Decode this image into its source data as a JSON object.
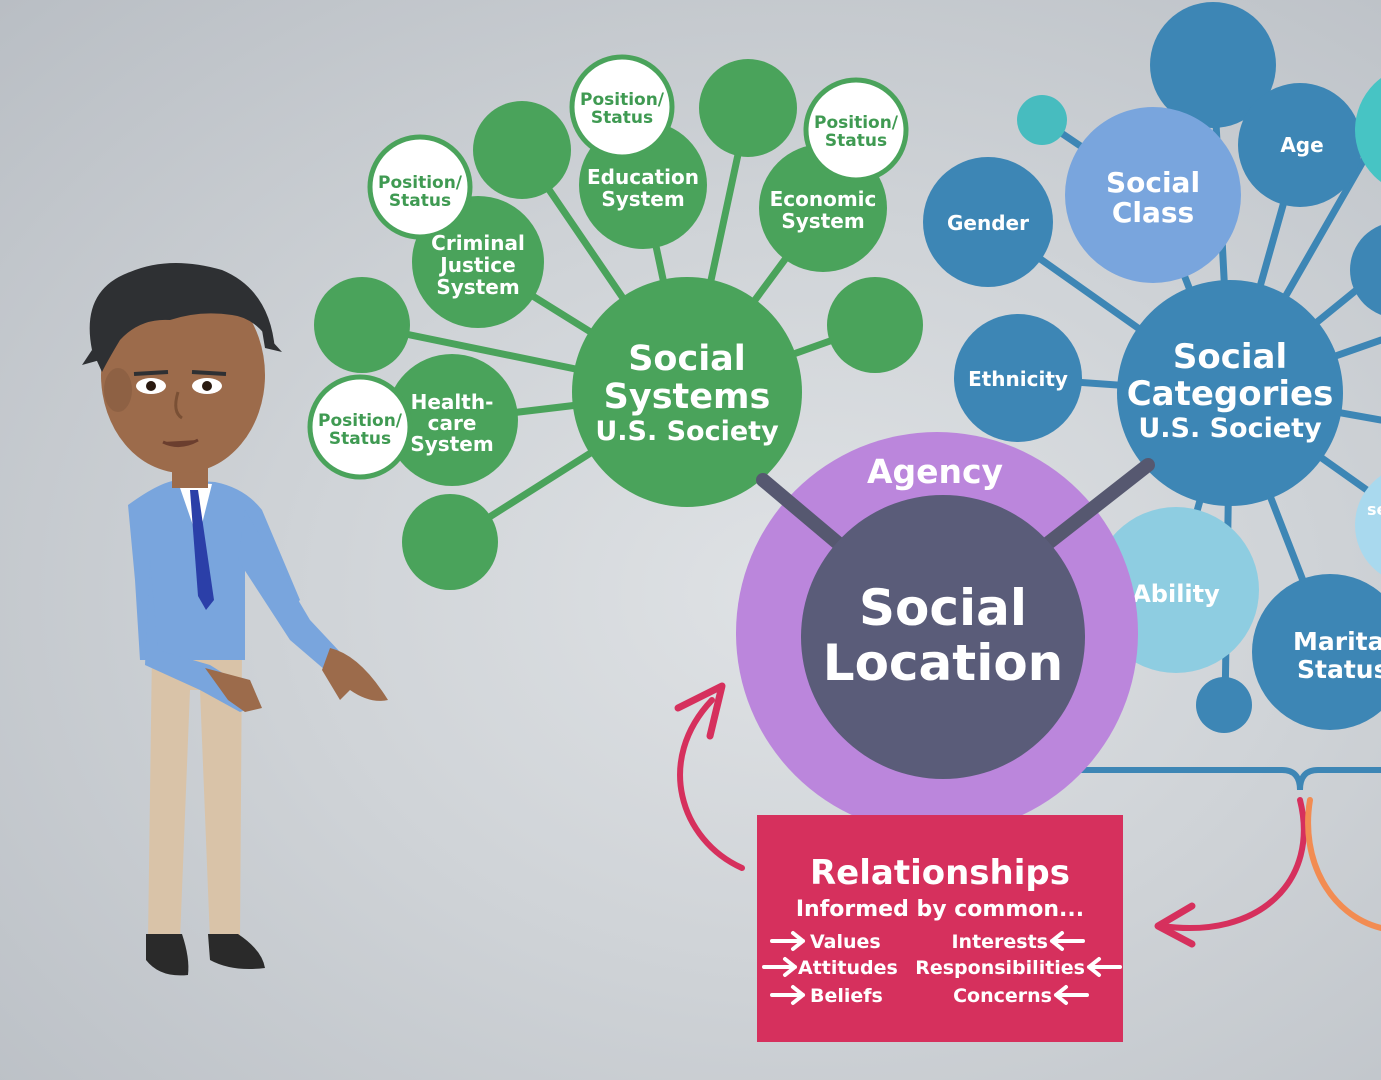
{
  "social_systems": {
    "title_line1": "Social",
    "title_line2": "Systems",
    "title_line3": "U.S. Society",
    "criminal_justice": [
      "Criminal",
      "Justice",
      "System"
    ],
    "education": [
      "Education",
      "System"
    ],
    "economic": [
      "Economic",
      "System"
    ],
    "health_care": [
      "Health-",
      "care",
      "System"
    ],
    "position_status": [
      "Position/",
      "Status"
    ]
  },
  "social_categories": {
    "title_line1": "Social",
    "title_line2": "Categories",
    "title_line3": "U.S. Society",
    "gender": "Gender",
    "social_class": [
      "Social",
      "Class"
    ],
    "age": "Age",
    "ethnicity": "Ethnicity",
    "ability": "Ability",
    "marital_status": [
      "Marita",
      "Status"
    ],
    "partial_label": "se"
  },
  "social_location": {
    "agency": "Agency",
    "line1": "Social",
    "line2": "Location"
  },
  "relationships": {
    "title": "Relationships",
    "subtitle": "Informed by common...",
    "left": [
      "Values",
      "Attitudes",
      "Beliefs"
    ],
    "right": [
      "Interests",
      "Responsibilities",
      "Concerns"
    ]
  },
  "colors": {
    "green": "#4aa35b",
    "blue": "#3d86b5",
    "purple": "#bb86dc",
    "slate": "#5a5c79",
    "crimson": "#d6305d",
    "teal": "#47bcbf"
  }
}
